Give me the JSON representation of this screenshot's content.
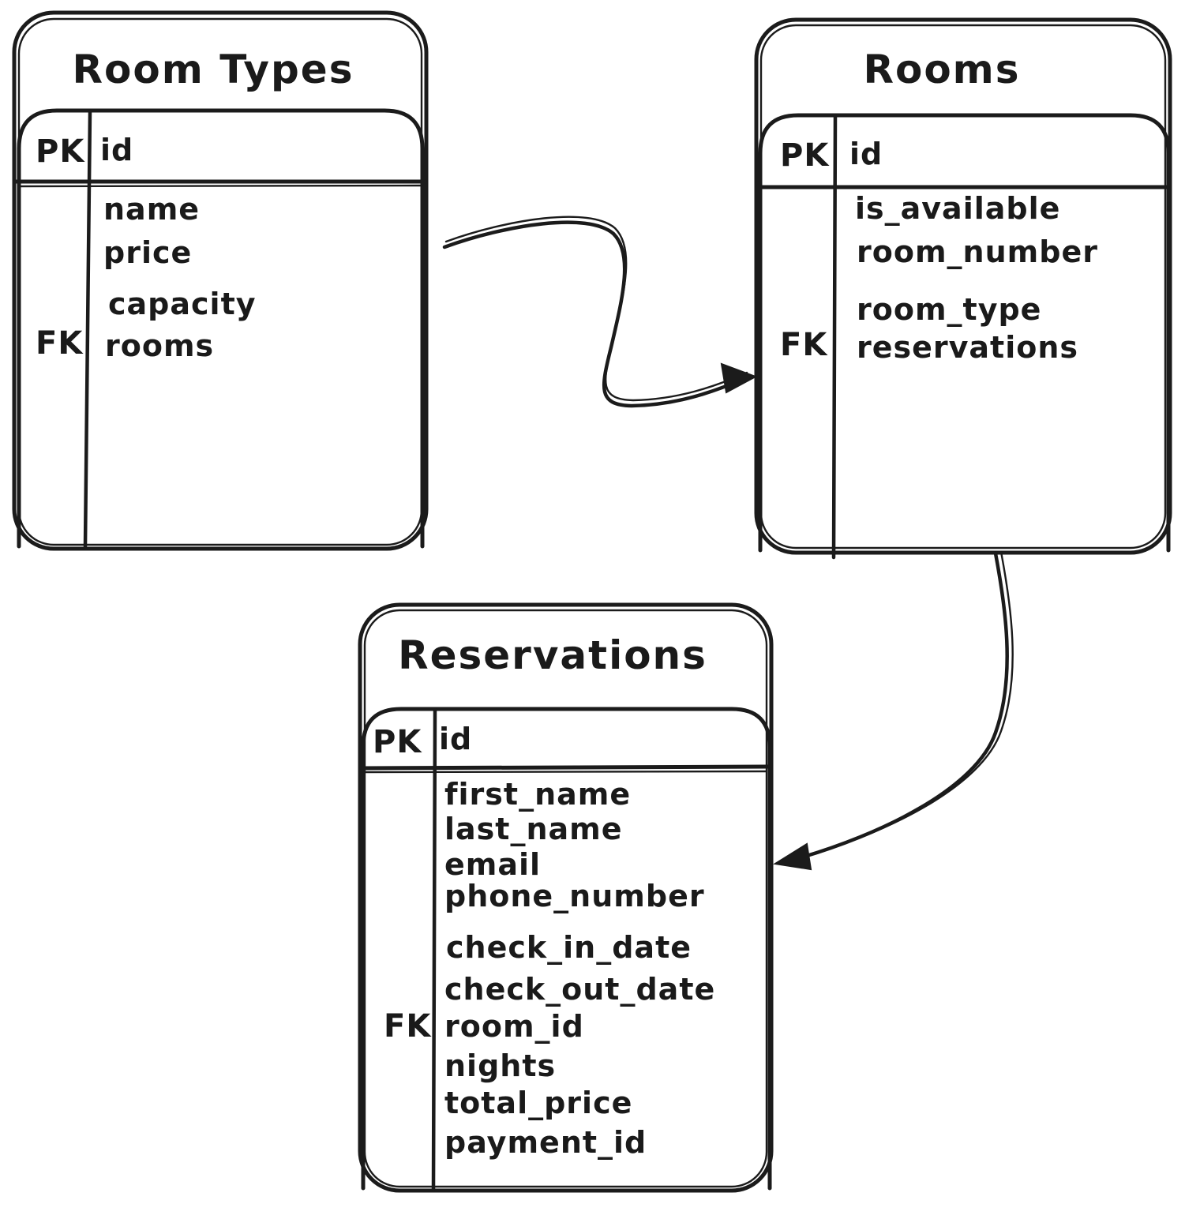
{
  "canvas": {
    "background": "#ffffff",
    "ink_color": "#1b1b1b"
  },
  "tables": [
    {
      "title": "Room Types",
      "header": {
        "key": "PK",
        "field": "id"
      },
      "rows": [
        {
          "key": "",
          "field": "name"
        },
        {
          "key": "",
          "field": "price"
        },
        {
          "key": "",
          "field": "capacity"
        },
        {
          "key": "FK",
          "field": "rooms"
        }
      ]
    },
    {
      "title": "Rooms",
      "header": {
        "key": "PK",
        "field": "id"
      },
      "rows": [
        {
          "key": "",
          "field": "is_available"
        },
        {
          "key": "",
          "field": "room_number"
        },
        {
          "key": "",
          "field": "room_type"
        },
        {
          "key": "FK",
          "field": "reservations"
        }
      ]
    },
    {
      "title": "Reservations",
      "header": {
        "key": "PK",
        "field": "id"
      },
      "rows": [
        {
          "key": "",
          "field": "first_name"
        },
        {
          "key": "",
          "field": "last_name"
        },
        {
          "key": "",
          "field": "email"
        },
        {
          "key": "",
          "field": "phone_number"
        },
        {
          "key": "",
          "field": "check_in_date"
        },
        {
          "key": "",
          "field": "check_out_date"
        },
        {
          "key": "FK",
          "field": "room_id"
        },
        {
          "key": "",
          "field": "nights"
        },
        {
          "key": "",
          "field": "total_price"
        },
        {
          "key": "",
          "field": "payment_id"
        }
      ]
    }
  ],
  "relationships": [
    {
      "from": "Room Types",
      "to": "Rooms"
    },
    {
      "from": "Rooms",
      "to": "Reservations"
    }
  ]
}
